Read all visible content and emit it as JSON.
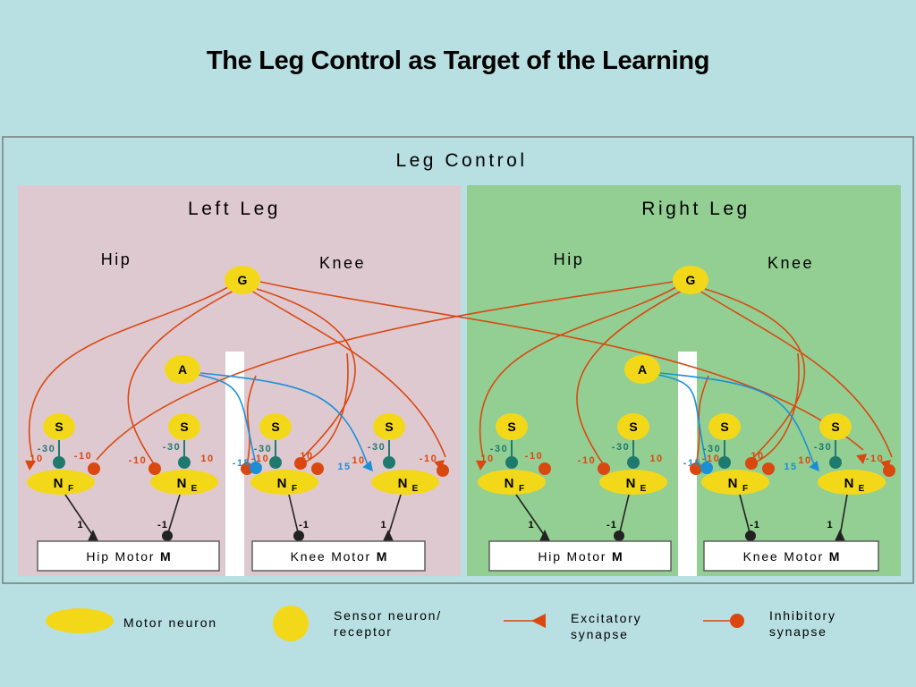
{
  "title": "The Leg Control as Target of the Learning",
  "leg_control": "Leg Control",
  "colors": {
    "background": "#b8dfe2",
    "left_panel": "#dfc9d1",
    "right_panel": "#93cf93",
    "neuron": "#f3d81a",
    "excitatory": "#d9480f",
    "inhibitory": "#d9480f",
    "teal": "#1f7a6e",
    "blue_connection": "#1b8fd6",
    "blue_label": "#1b8fd6",
    "red_label": "#d9480f"
  },
  "legs": [
    {
      "title": "Left Leg",
      "hip": "Hip",
      "knee": "Knee",
      "g": "G",
      "a": "A",
      "hip_unit": {
        "s": "S",
        "n_f": "N",
        "n_f_sub": "F",
        "n_e": "N",
        "n_e_sub": "E",
        "w_sf": "-30",
        "w_ff": "10",
        "w_fe": "-10",
        "w_se": "-30",
        "w_ef": "-10",
        "w_ee": "10",
        "m_f": "1",
        "m_e": "-1",
        "motor_label": "Hip Motor",
        "motor_m": "M"
      },
      "knee_unit": {
        "s": "S",
        "n_f": "N",
        "n_f_sub": "F",
        "n_e": "N",
        "n_e_sub": "E",
        "w_a_f": "-15",
        "w_a_e": "15",
        "w_sf": "-30",
        "w_ff": "-10",
        "w_fe": "10",
        "w_se": "-30",
        "w_ef": "10",
        "w_ee": "-10",
        "m_f": "-1",
        "m_e": "1",
        "motor_label": "Knee Motor",
        "motor_m": "M"
      }
    },
    {
      "title": "Right Leg",
      "hip": "Hip",
      "knee": "Knee",
      "g": "G",
      "a": "A",
      "hip_unit": {
        "s": "S",
        "n_f": "N",
        "n_f_sub": "F",
        "n_e": "N",
        "n_e_sub": "E",
        "w_sf": "-30",
        "w_ff": "10",
        "w_fe": "-10",
        "w_se": "-30",
        "w_ef": "-10",
        "w_ee": "10",
        "m_f": "1",
        "m_e": "-1",
        "motor_label": "Hip Motor",
        "motor_m": "M"
      },
      "knee_unit": {
        "s": "S",
        "n_f": "N",
        "n_f_sub": "F",
        "n_e": "N",
        "n_e_sub": "E",
        "w_a_f": "-15",
        "w_a_e": "15",
        "w_sf": "-30",
        "w_ff": "-10",
        "w_fe": "10",
        "w_se": "-30",
        "w_ef": "10",
        "w_ee": "-10",
        "m_f": "-1",
        "m_e": "1",
        "motor_label": "Knee Motor",
        "motor_m": "M"
      }
    }
  ],
  "legend": {
    "motor_neuron": "Motor neuron",
    "sensor_line1": "Sensor neuron/",
    "sensor_line2": "receptor",
    "excitatory_line1": "Excitatory",
    "excitatory_line2": "synapse",
    "inhibitory_line1": "Inhibitory",
    "inhibitory_line2": "synapse"
  }
}
